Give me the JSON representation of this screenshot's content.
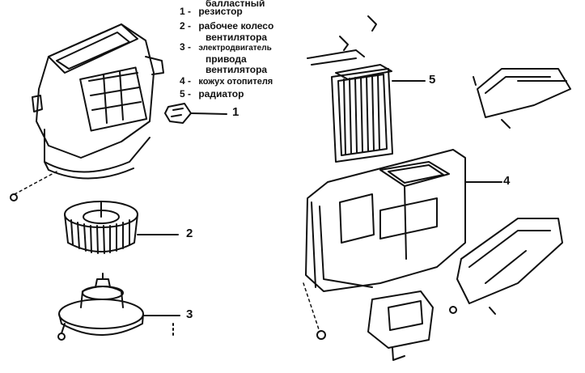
{
  "legend": {
    "item1_line1": "балластный",
    "item1_num": "1 -",
    "item1_line2": "резистор",
    "item2_num": "2 -",
    "item2_line1": "рабочее колесо",
    "item2_line2": "вентилятора",
    "item3_num": "3 -",
    "item3_line1": "электродвигатель",
    "item3_line2": "привода",
    "item3_line3": "вентилятора",
    "item4_num": "4 -",
    "item4_line1": "кожух отопителя",
    "item5_num": "5 -",
    "item5_line1": "радиатор"
  },
  "callouts": {
    "c1": "1",
    "c2": "2",
    "c3": "3",
    "c4": "4",
    "c5": "5"
  }
}
